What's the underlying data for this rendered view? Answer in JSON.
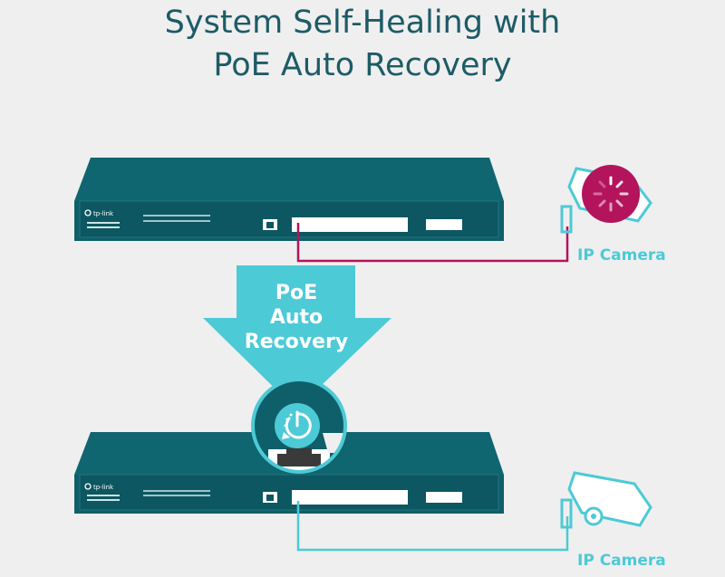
{
  "title": {
    "line1": "System Self-Healing with",
    "line2": "PoE Auto Recovery"
  },
  "arrow": {
    "line1": "PoE",
    "line2": "Auto",
    "line3": "Recovery"
  },
  "switch_brand": "tp-link",
  "camera_top": {
    "label": "IP Camera",
    "state": "loading"
  },
  "camera_bottom": {
    "label": "IP Camera",
    "state": "normal"
  },
  "colors": {
    "switch_body": "#0e5f6a",
    "cable_fault": "#b3145c",
    "cable_ok": "#4ccad6",
    "arrow": "#4ccad6",
    "title": "#1d5b66"
  },
  "icons": [
    "tp-link-logo-icon",
    "loading-spinner-icon",
    "power-recovery-icon",
    "camera-icon"
  ]
}
